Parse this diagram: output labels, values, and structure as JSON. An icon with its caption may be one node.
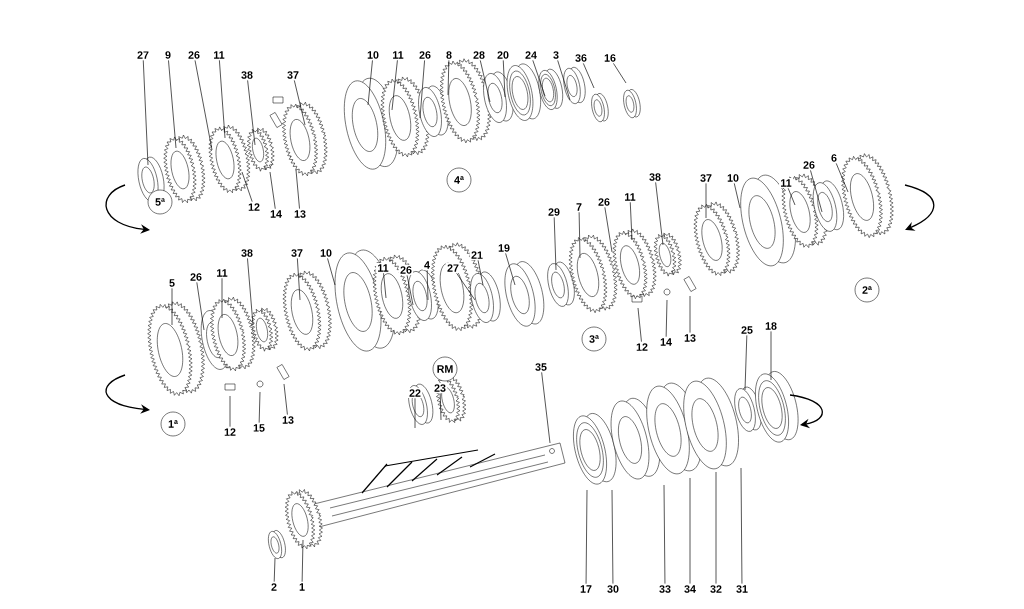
{
  "diagram": {
    "nodes": [
      {
        "text": [
          "27"
        ]
      },
      {
        "text": [
          "9"
        ]
      },
      {
        "text": [
          "26"
        ]
      },
      {
        "text": [
          "11"
        ]
      },
      {
        "text": [
          "10"
        ]
      },
      {
        "text": [
          "11"
        ]
      },
      {
        "text": [
          "26"
        ]
      },
      {
        "text": [
          "8"
        ]
      },
      {
        "text": [
          "28"
        ]
      },
      {
        "text": [
          "20"
        ]
      },
      {
        "text": [
          "24"
        ]
      },
      {
        "text": [
          "3"
        ]
      },
      {
        "text": [
          "36"
        ]
      },
      {
        "text": [
          "16"
        ]
      },
      {
        "text": [
          "38"
        ]
      },
      {
        "text": [
          "37"
        ]
      },
      {
        "text": [
          "6"
        ]
      },
      {
        "text": [
          "26"
        ]
      },
      {
        "text": [
          "37"
        ]
      },
      {
        "text": [
          "10"
        ]
      },
      {
        "text": [
          "38"
        ]
      },
      {
        "text": [
          "11"
        ]
      },
      {
        "text": [
          "4ª"
        ]
      },
      {
        "text": [
          "11"
        ]
      },
      {
        "text": [
          "26"
        ]
      },
      {
        "text": [
          "5ª"
        ]
      },
      {
        "text": [
          "12"
        ]
      },
      {
        "text": [
          "7"
        ]
      },
      {
        "text": [
          "29"
        ]
      },
      {
        "text": [
          "14"
        ]
      },
      {
        "text": [
          "13"
        ]
      },
      {
        "text": [
          "19"
        ]
      },
      {
        "text": [
          "38"
        ]
      },
      {
        "text": [
          "37"
        ]
      },
      {
        "text": [
          "10"
        ]
      },
      {
        "text": [
          "21"
        ]
      },
      {
        "text": [
          "27"
        ]
      },
      {
        "text": [
          "4"
        ]
      },
      {
        "text": [
          "11"
        ]
      },
      {
        "text": [
          "26"
        ]
      },
      {
        "text": [
          "11"
        ]
      },
      {
        "text": [
          "26"
        ]
      },
      {
        "text": [
          "5"
        ]
      },
      {
        "text": [
          "2ª"
        ]
      },
      {
        "text": [
          "25"
        ]
      },
      {
        "text": [
          "18"
        ]
      },
      {
        "text": [
          "13"
        ]
      },
      {
        "text": [
          "3ª"
        ]
      },
      {
        "text": [
          "14"
        ]
      },
      {
        "text": [
          "12"
        ]
      },
      {
        "text": [
          "RM"
        ]
      },
      {
        "text": [
          "35"
        ]
      },
      {
        "text": [
          "23"
        ]
      },
      {
        "text": [
          "22"
        ]
      },
      {
        "text": [
          "13"
        ]
      },
      {
        "text": [
          "15"
        ]
      },
      {
        "text": [
          "1ª"
        ]
      },
      {
        "text": [
          "12"
        ]
      },
      {
        "text": [
          "2"
        ]
      },
      {
        "text": [
          "1"
        ]
      },
      {
        "text": [
          "17"
        ]
      },
      {
        "text": [
          "30"
        ]
      },
      {
        "text": [
          "33"
        ]
      },
      {
        "text": [
          "34"
        ]
      },
      {
        "text": [
          "32"
        ]
      },
      {
        "text": [
          "31"
        ]
      }
    ],
    "edges": [
      {
        "from": 0,
        "to": null,
        "arrow": "none"
      },
      {
        "from": 1,
        "to": null,
        "arrow": "none"
      },
      {
        "from": 2,
        "to": null,
        "arrow": "none"
      },
      {
        "from": 3,
        "to": null,
        "arrow": "none"
      },
      {
        "from": 4,
        "to": null,
        "arrow": "none"
      },
      {
        "from": 5,
        "to": null,
        "arrow": "none"
      },
      {
        "from": 6,
        "to": null,
        "arrow": "none"
      },
      {
        "from": 7,
        "to": null,
        "arrow": "none"
      },
      {
        "from": 8,
        "to": null,
        "arrow": "none"
      },
      {
        "from": 9,
        "to": null,
        "arrow": "none"
      },
      {
        "from": 10,
        "to": null,
        "arrow": "none"
      },
      {
        "from": 11,
        "to": null,
        "arrow": "none"
      },
      {
        "from": 12,
        "to": null,
        "arrow": "none"
      },
      {
        "from": 13,
        "to": null,
        "arrow": "none"
      },
      {
        "from": 14,
        "to": null,
        "arrow": "none"
      },
      {
        "from": 15,
        "to": null,
        "arrow": "none"
      },
      {
        "from": 16,
        "to": null,
        "arrow": "none"
      },
      {
        "from": 17,
        "to": null,
        "arrow": "none"
      },
      {
        "from": 18,
        "to": null,
        "arrow": "none"
      },
      {
        "from": 19,
        "to": null,
        "arrow": "none"
      },
      {
        "from": 20,
        "to": null,
        "arrow": "none"
      },
      {
        "from": 21,
        "to": null,
        "arrow": "none"
      },
      {
        "from": 23,
        "to": null,
        "arrow": "none"
      },
      {
        "from": 24,
        "to": null,
        "arrow": "none"
      },
      {
        "from": 26,
        "to": null,
        "arrow": "none"
      },
      {
        "from": 27,
        "to": null,
        "arrow": "none"
      },
      {
        "from": 28,
        "to": null,
        "arrow": "none"
      },
      {
        "from": 29,
        "to": null,
        "arrow": "none"
      },
      {
        "from": 30,
        "to": null,
        "arrow": "none"
      },
      {
        "from": 31,
        "to": null,
        "arrow": "none"
      },
      {
        "from": 32,
        "to": null,
        "arrow": "none"
      },
      {
        "from": 33,
        "to": null,
        "arrow": "none"
      },
      {
        "from": 34,
        "to": null,
        "arrow": "none"
      },
      {
        "from": 35,
        "to": null,
        "arrow": "none"
      },
      {
        "from": 36,
        "to": null,
        "arrow": "none"
      },
      {
        "from": 37,
        "to": null,
        "arrow": "none"
      },
      {
        "from": 38,
        "to": null,
        "arrow": "none"
      },
      {
        "from": 39,
        "to": null,
        "arrow": "none"
      },
      {
        "from": 40,
        "to": null,
        "arrow": "none"
      },
      {
        "from": 41,
        "to": null,
        "arrow": "none"
      },
      {
        "from": 42,
        "to": null,
        "arrow": "none"
      },
      {
        "from": 44,
        "to": null,
        "arrow": "none"
      },
      {
        "from": 45,
        "to": null,
        "arrow": "none"
      },
      {
        "from": 46,
        "to": null,
        "arrow": "none"
      },
      {
        "from": 48,
        "to": null,
        "arrow": "none"
      },
      {
        "from": 49,
        "to": null,
        "arrow": "none"
      },
      {
        "from": 51,
        "to": null,
        "arrow": "none"
      },
      {
        "from": 52,
        "to": null,
        "arrow": "none"
      },
      {
        "from": 53,
        "to": null,
        "arrow": "none"
      },
      {
        "from": 54,
        "to": null,
        "arrow": "none"
      },
      {
        "from": 55,
        "to": null,
        "arrow": "none"
      },
      {
        "from": 57,
        "to": null,
        "arrow": "none"
      },
      {
        "from": 58,
        "to": null,
        "arrow": "none"
      },
      {
        "from": 59,
        "to": null,
        "arrow": "none"
      },
      {
        "from": 60,
        "to": null,
        "arrow": "none"
      },
      {
        "from": 61,
        "to": null,
        "arrow": "none"
      },
      {
        "from": 62,
        "to": null,
        "arrow": "none"
      },
      {
        "from": 63,
        "to": null,
        "arrow": "none"
      },
      {
        "from": 64,
        "to": null,
        "arrow": "none"
      },
      {
        "from": 65,
        "to": null,
        "arrow": "none"
      }
    ]
  }
}
